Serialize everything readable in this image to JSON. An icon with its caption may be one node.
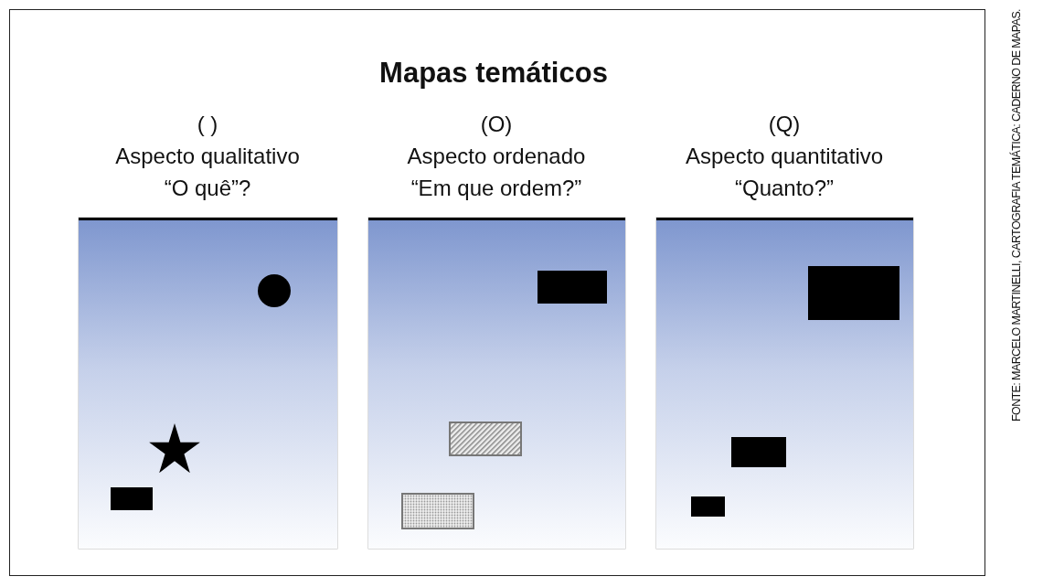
{
  "diagram": {
    "title": "Mapas temáticos",
    "nodes": [
      {
        "text": [
          "( )",
          "Aspecto qualitativo",
          "“O quê”?"
        ]
      },
      {
        "text": [
          "(O)",
          "Aspecto ordenado",
          "“Em que ordem?”"
        ]
      },
      {
        "text": [
          "(Q)",
          "Aspecto quantitativo",
          "“Quanto?”"
        ]
      }
    ],
    "labels": [
      "FONTE: MARCELO MARTINELLI, CARTOGRAFIA TEMÁTICA: CADERNO DE MAPAS."
    ]
  }
}
